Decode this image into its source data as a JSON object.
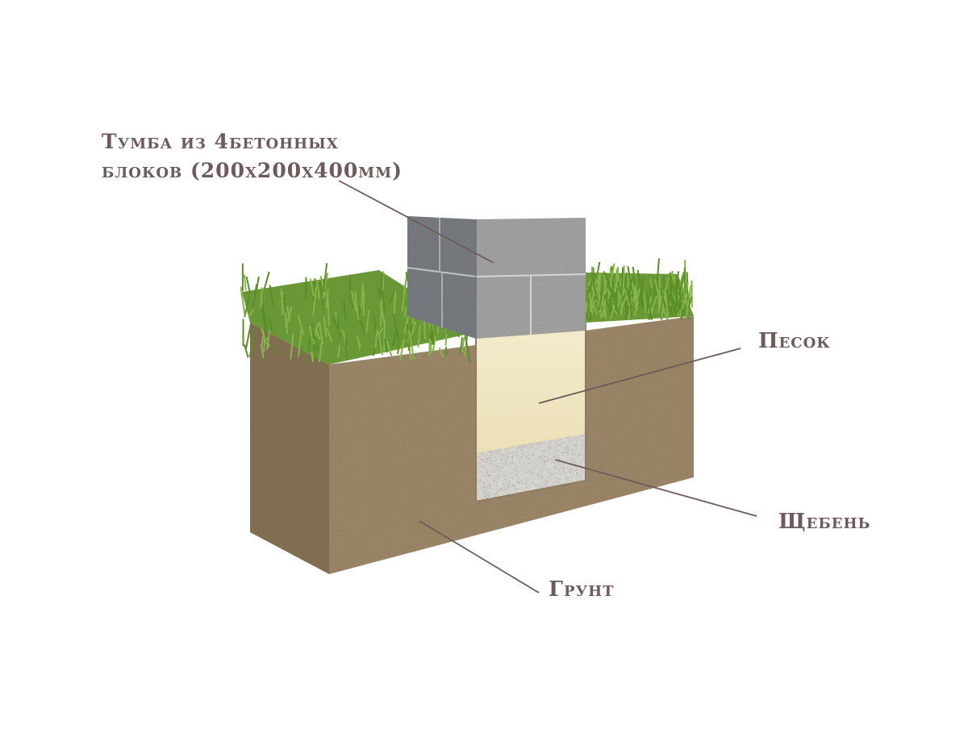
{
  "labels": {
    "block_line1": "Тумба из 4бетонных",
    "block_line2": "блоков (200х200х400мм)",
    "sand": "Песок",
    "gravel": "Щебень",
    "soil": "Грунт"
  },
  "colors": {
    "label_text": "#6e5a5a",
    "leader_line": "#6e5a5a",
    "soil": "#a08a6c",
    "soil_dark": "#8a7558",
    "sand": "#f1e6c3",
    "gravel": "#d8d8d4",
    "concrete_front": "#a9a9a9",
    "concrete_side": "#7f8285",
    "grass": "#6a9a35"
  },
  "icons": {
    "soil": "soil-cross-section",
    "grass": "grass-tuft",
    "block": "concrete-block-pillar"
  }
}
